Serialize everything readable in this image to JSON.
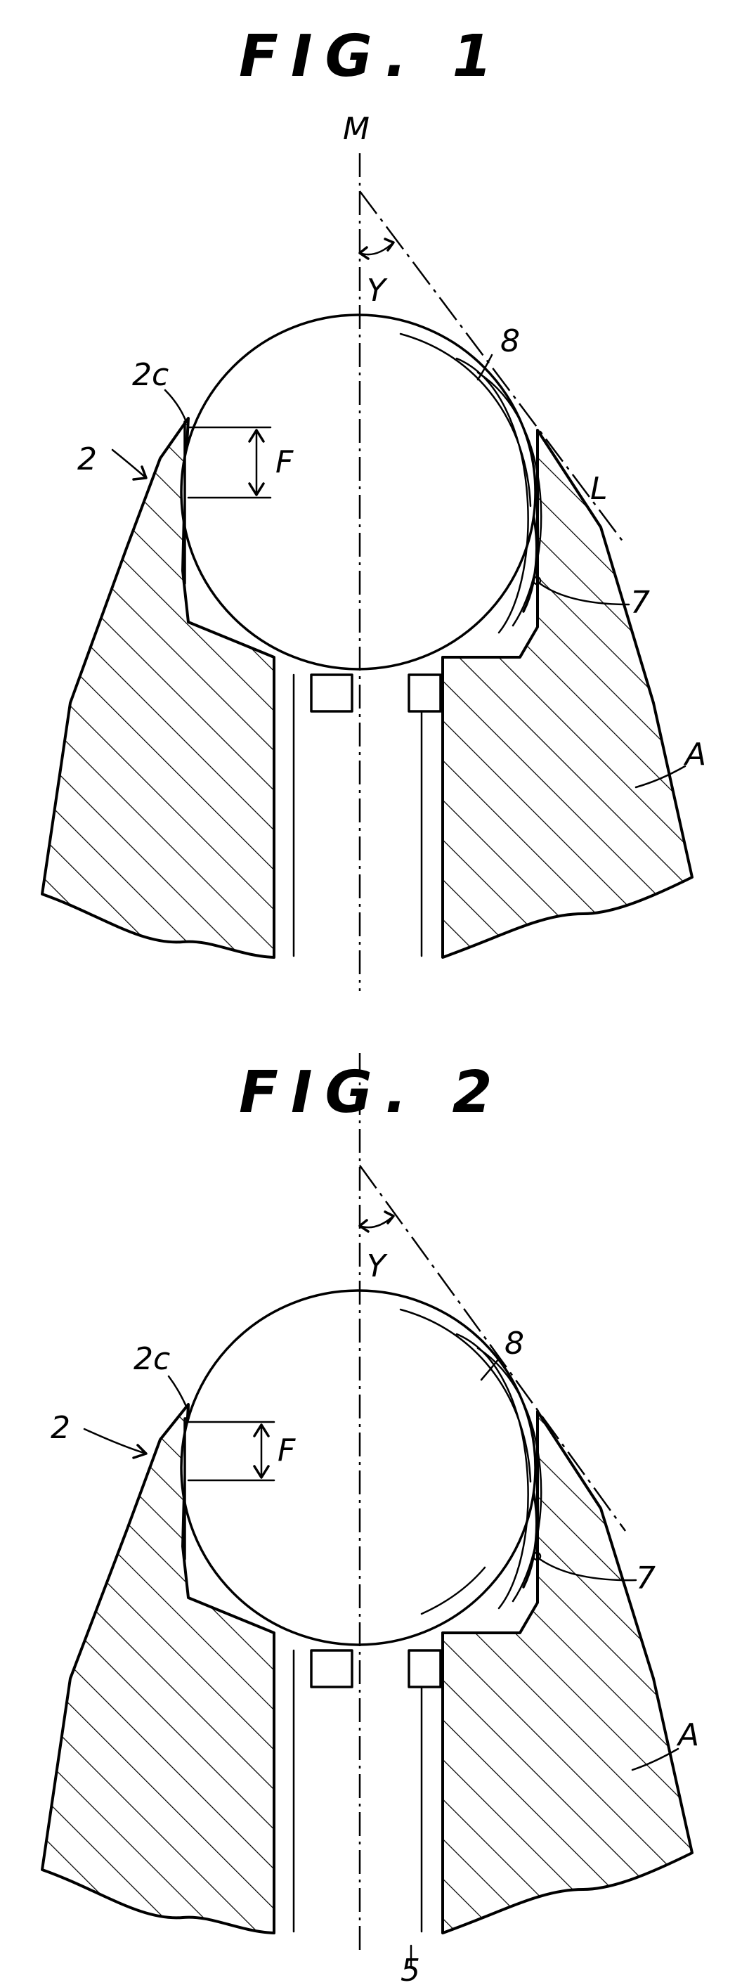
{
  "figures": [
    {
      "title": "FIG. 1",
      "labels": {
        "axis": "M",
        "angle": "Y",
        "body": "2",
        "edge": "2c",
        "offset": "F",
        "ball": "8",
        "line": "L",
        "seat": "7",
        "material": "A"
      }
    },
    {
      "title": "FIG. 2",
      "labels": {
        "angle": "Y",
        "body": "2",
        "edge": "2c",
        "offset": "F",
        "ball": "8",
        "seat": "7",
        "material": "A",
        "channel": "5"
      }
    }
  ]
}
